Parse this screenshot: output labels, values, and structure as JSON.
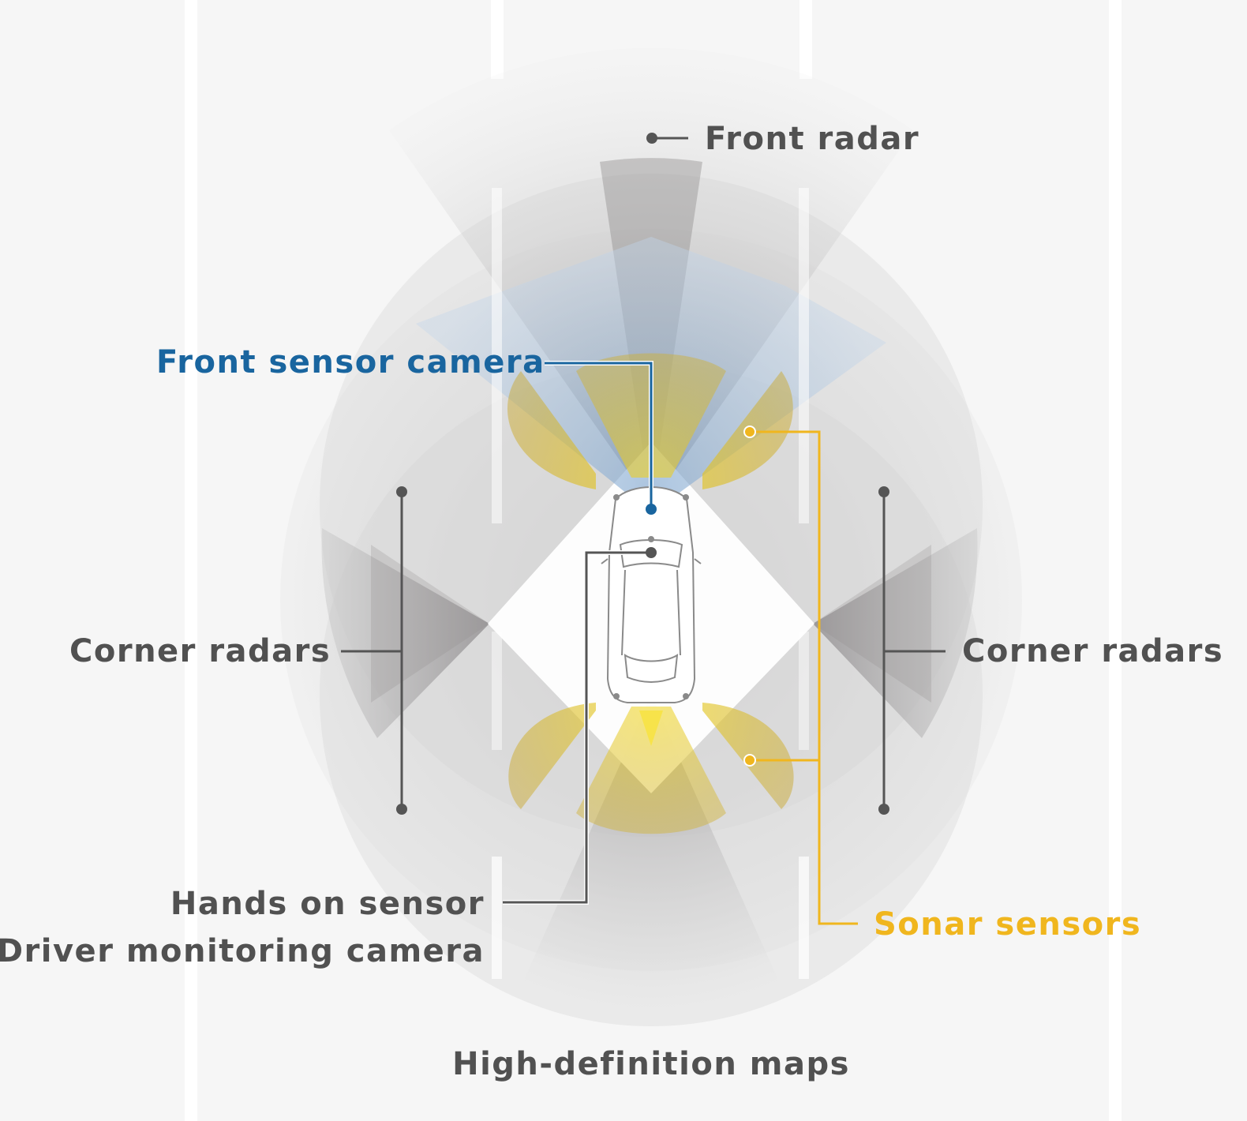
{
  "labels": {
    "front_radar": "Front radar",
    "front_sensor_camera": "Front sensor camera",
    "corner_radars_left": "Corner radars",
    "corner_radars_right": "Corner radars",
    "sonar_sensors": "Sonar sensors",
    "hands_on_sensor": "Hands on sensor",
    "driver_monitoring_camera": "Driver monitoring camera",
    "hd_maps": "High-definition maps"
  },
  "colors": {
    "background": "#f6f6f6",
    "lane_stripe": "#ffffff",
    "radar_gray": "#8e8b8d",
    "camera_blue": "#19659f",
    "camera_field": "#a8c3de",
    "sonar_gold": "#f0b61e",
    "sonar_field": "#c9a72a",
    "label_gray": "#515151",
    "leader_line": "#555555"
  },
  "icons": {
    "vehicle": "car-top-view-icon"
  }
}
